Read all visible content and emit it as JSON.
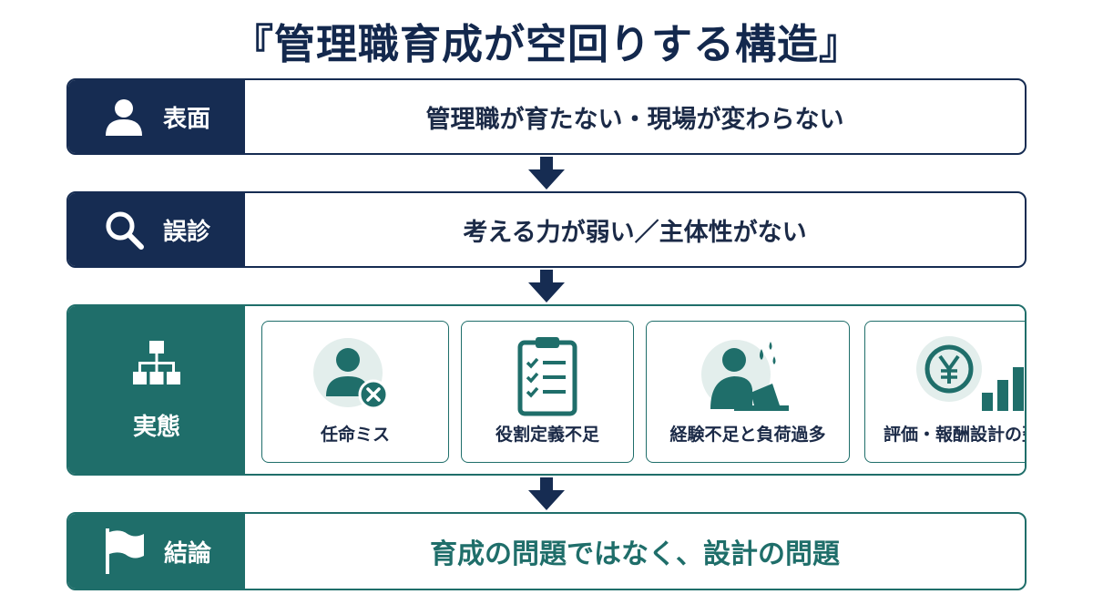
{
  "title": "『管理職育成が空回りする構造』",
  "rows": {
    "surface": {
      "label": "表面",
      "text": "管理職が育たない・現場が変わらない",
      "icon": "person-icon"
    },
    "misdiagnosis": {
      "label": "誤診",
      "text": "考える力が弱い／主体性がない",
      "icon": "search-icon"
    },
    "reality": {
      "label": "実態",
      "icon": "org-chart-icon",
      "cards": [
        {
          "label": "任命ミス",
          "icon": "person-x-icon"
        },
        {
          "label": "役割定義不足",
          "icon": "clipboard-checklist-icon"
        },
        {
          "label": "経験不足と負荷過多",
          "icon": "person-laptop-sweat-icon"
        },
        {
          "label": "評価・報酬設計の歪み",
          "icon": "yen-coin-bar-chart-icon"
        }
      ]
    },
    "conclusion": {
      "label": "結論",
      "text": "育成の問題ではなく、設計の問題",
      "icon": "flag-icon"
    }
  },
  "colors": {
    "navy": "#162c52",
    "teal": "#1f6e6a",
    "light_teal": "#e3eeec"
  }
}
